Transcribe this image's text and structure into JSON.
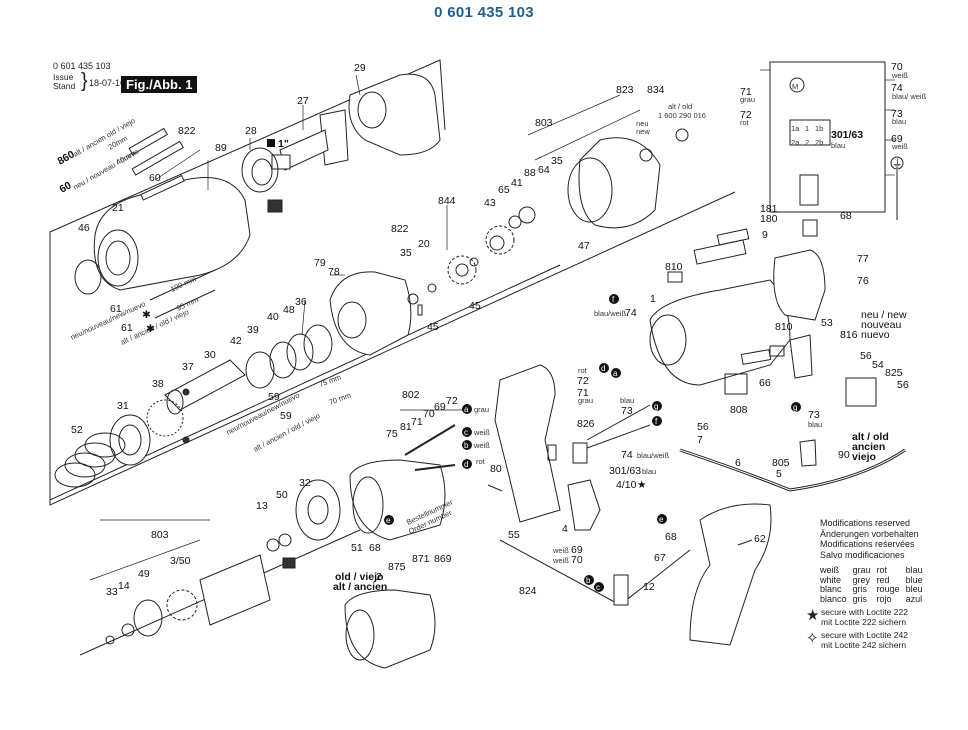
{
  "page_title": "0 601 435 103",
  "header": {
    "part_number": "0 601 435 103",
    "issue_label": "Issue",
    "stand_label": "Stand",
    "date": "18-07-16",
    "figure_label": "Fig./Abb. 1"
  },
  "callouts": {
    "p860": "860",
    "p60": "60",
    "p822a": "822",
    "p89": "89",
    "p21": "21",
    "p46": "46",
    "p29": "29",
    "p27": "27",
    "p28": "28",
    "square_drive": "1\"",
    "p61a": "61",
    "p61b": "61",
    "mm100": "100 mm",
    "mm95": "95 mm",
    "p42": "42",
    "p37": "37",
    "p30": "30",
    "p38": "38",
    "p31": "31",
    "p52": "52",
    "p39": "39",
    "p40": "40",
    "p48": "48",
    "p36": "36",
    "p59a": "59",
    "p59b": "59",
    "mm75": "75 mm",
    "mm70": "70 mm",
    "p79": "79",
    "p78": "78",
    "p822b": "822",
    "p35a": "35",
    "p20": "20",
    "p844": "844",
    "p43": "43",
    "p45a": "45",
    "p45b": "45",
    "p65": "65",
    "p41": "41",
    "p803a": "803",
    "p823": "823",
    "p834": "834",
    "p88": "88",
    "p64": "64",
    "p35b": "35",
    "p47": "47",
    "alt_old": "alt / old",
    "alt_old_num": "1 600 290 016",
    "neu": "neu",
    "new": "new",
    "p802": "802",
    "p75": "75",
    "p81": "81",
    "p71a": "71",
    "p70a": "70",
    "p69a": "69",
    "p72a": "72",
    "p32": "32",
    "p50": "50",
    "p13": "13",
    "p51": "51",
    "p68a": "68",
    "bestell": "Bestellnummer",
    "order": "Order number",
    "p803b": "803",
    "p350": "3/50",
    "p49": "49",
    "p14": "14",
    "p33": "33",
    "old_viejo": "old / viejo",
    "alt_ancien": "alt / ancien",
    "p2": "2",
    "p875": "875",
    "p871": "871",
    "p869": "869",
    "p80": "80",
    "p55": "55",
    "p824": "824",
    "p72b": "72",
    "p71b": "71",
    "p73a": "73",
    "p826": "826",
    "p74a": "74",
    "p301a": "301/63",
    "p410": "4/10",
    "p56a": "56",
    "p7": "7",
    "p4": "4",
    "p69b": "69",
    "p70b": "70",
    "p67": "67",
    "p68b": "68",
    "p12": "12",
    "p6": "6",
    "p805": "805",
    "p5": "5",
    "p62": "62",
    "p810a": "810",
    "p1": "1",
    "p74b": "74",
    "p181": "181",
    "p180": "180",
    "p9": "9",
    "p77": "77",
    "p76": "76",
    "p810b": "810",
    "p53": "53",
    "p816": "816",
    "p66": "66",
    "p808": "808",
    "p56b": "56",
    "p54": "54",
    "p825": "825",
    "p56c": "56",
    "p73b": "73",
    "p90": "90",
    "p70c": "70",
    "p74c": "74",
    "p73c": "73",
    "p69c": "69",
    "p71c": "71",
    "p72c": "72",
    "p301b": "301/63",
    "p68c": "68"
  },
  "small_labels": {
    "alt_ancien_old_viejo_860": "alt / ancien old / viejo",
    "mm20": "20mm",
    "mm40": "40mm",
    "neu_nouveau_60": "neu / nouveau / nuevo",
    "neu_new_61": "neu/nouveau/new/nuevo",
    "alt_old_61": "alt / ancien / old / viejo",
    "neu_59": "neu/nouveau/new/nuevo",
    "alt_59": "alt / ancien / old / viejo",
    "grau": "grau",
    "weiss": "weiß",
    "rot": "rot",
    "blau": "blau",
    "blau_weiss": "blau/weiß",
    "neu_new_block": [
      "neu / new",
      "nouveau",
      "nuevo"
    ],
    "alt_old_block": [
      "alt / old",
      "ancien",
      "viejo"
    ],
    "wiring_70": "weiß",
    "wiring_74": "blau/ weiß",
    "wiring_73": "blau",
    "wiring_69": "weiß",
    "wiring_71": "grau",
    "wiring_72": "rot",
    "wiring_301": "blau",
    "switch_pins": [
      "1a",
      "1",
      "1b",
      "2a",
      "2",
      "2b"
    ],
    "motor": "M"
  },
  "wire_markers": {
    "a": "a",
    "b": "b",
    "c": "c",
    "d": "d",
    "e": "e",
    "f": "f",
    "g": "g"
  },
  "notes": [
    "Modifications reserved",
    "Änderungen vorbehalten",
    "Modifications reśervées",
    "Salvo modificaciones"
  ],
  "color_table": [
    [
      "weiß",
      "grau",
      "rot",
      "blau"
    ],
    [
      "white",
      "grey",
      "red",
      "blue"
    ],
    [
      "blanc",
      "gris",
      "rouge",
      "bleu"
    ],
    [
      "blanco",
      "gris",
      "rojo",
      "azul"
    ]
  ],
  "loctite": [
    {
      "icon": "star",
      "lines": [
        "secure with Loctite 222",
        "mit Loctite 222 sichern"
      ]
    },
    {
      "icon": "outline-star",
      "lines": [
        "secure with Loctite 242",
        "mit Loctite 242 sichern"
      ]
    }
  ],
  "colors": {
    "title": "#1f5f8f"
  }
}
